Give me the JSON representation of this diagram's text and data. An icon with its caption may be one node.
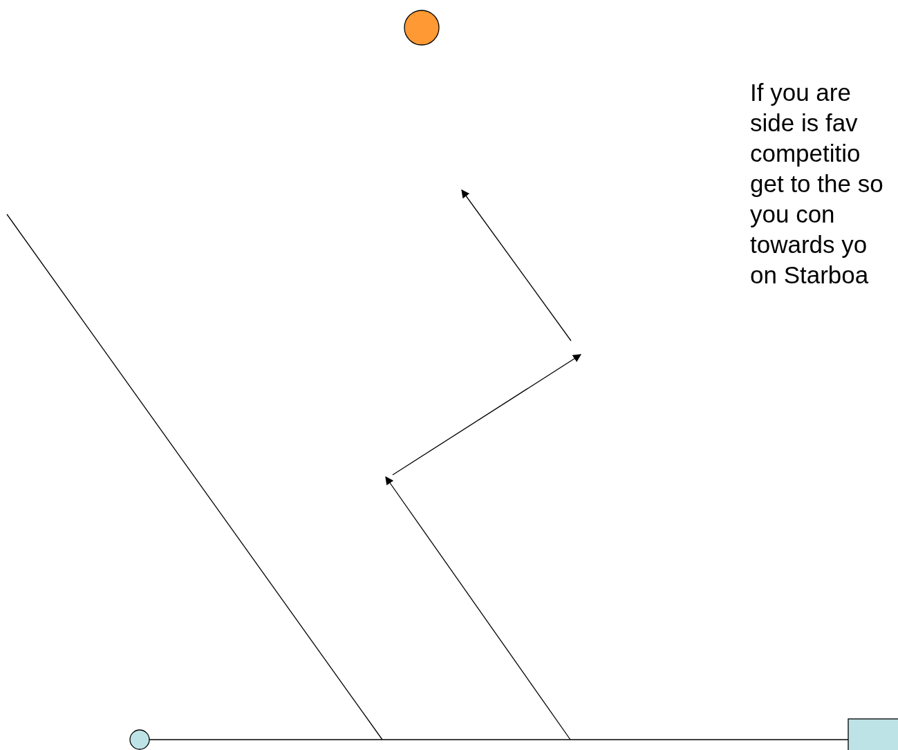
{
  "diagram": {
    "nodes": [
      {
        "text": [],
        "shape": "circle"
      },
      {
        "text": [],
        "shape": "circle"
      },
      {
        "text": [],
        "shape": "box"
      }
    ],
    "edges": [
      {
        "from": 1,
        "to": 2,
        "arrow": "none"
      }
    ],
    "labels": [
      "If you are side is fav competitio get to the so you con towards yo on Starboa"
    ]
  }
}
